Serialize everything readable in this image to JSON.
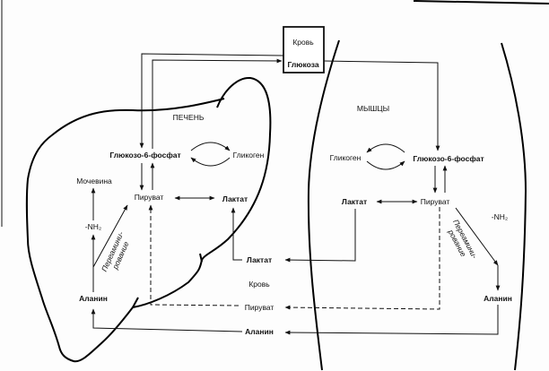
{
  "blood_box": {
    "title": "Кровь",
    "glucose": "Глюкоза"
  },
  "liver": {
    "title": "ПЕЧЕНЬ",
    "g6p": "Глюкозо-6-фосфат",
    "glycogen": "Гликоген",
    "urea": "Мочевина",
    "pyruvate": "Пируват",
    "lactate": "Лактат",
    "nh2": "-NH₂",
    "transamination_1": "Переамини-",
    "transamination_2": "рование",
    "alanine": "Аланин"
  },
  "muscle": {
    "title": "МЫШЦЫ",
    "glycogen": "Гликоген",
    "g6p": "Глюкозо-6-фосфат",
    "lactate": "Лактат",
    "pyruvate": "Пируват",
    "nh2": "-NH₂",
    "transamination_1": "Переамини-",
    "transamination_2": "рование",
    "alanine": "Аланин"
  },
  "blood": {
    "lactate": "Лактат",
    "title": "Кровь",
    "pyruvate": "Пируват",
    "alanine": "Аланин"
  }
}
